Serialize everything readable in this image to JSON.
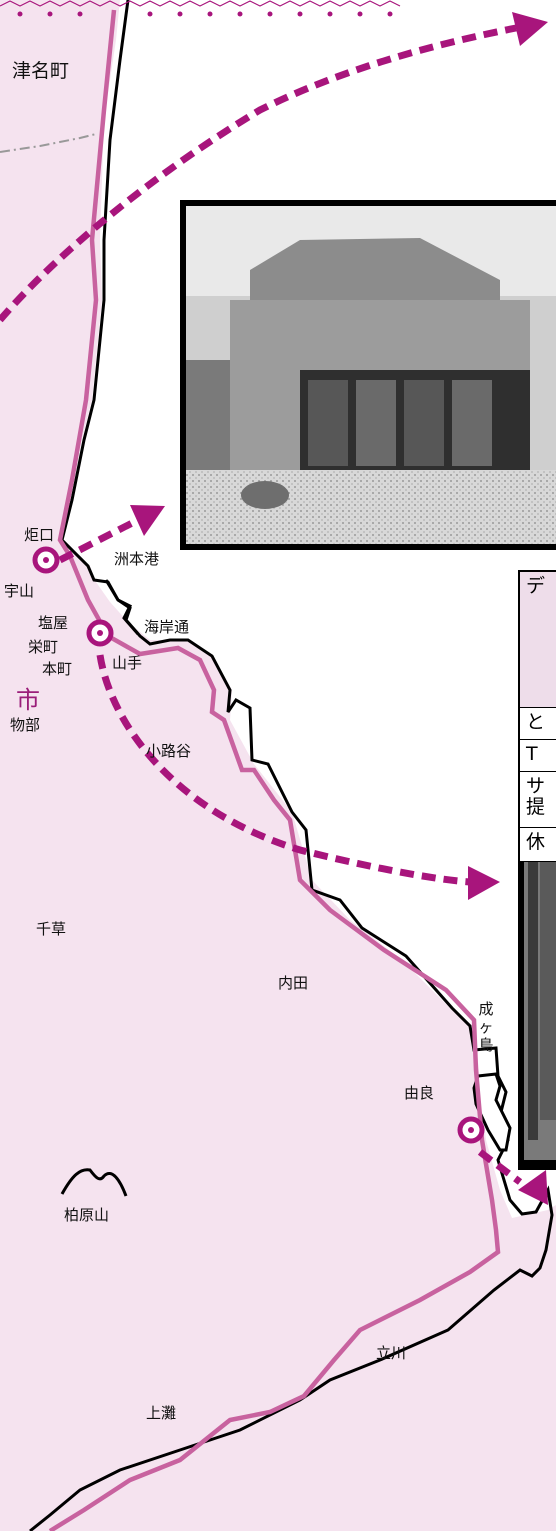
{
  "colors": {
    "land": "#f5e3ef",
    "border": "#c8629f",
    "coast": "#000000",
    "accent": "#a8157c",
    "sea": "#ffffff",
    "table_header": "#eeddea"
  },
  "map_labels": {
    "tsuna": "津名町",
    "taimatsu": "炬口",
    "uyama": "宇山",
    "sumoto_port": "洲本港",
    "kaigandori": "海岸通",
    "shioya": "塩屋",
    "sakaemachi": "栄町",
    "honmachi": "本町",
    "yamate": "山手",
    "city": "市",
    "monobe": "物部",
    "komichidani": "小路谷",
    "chigusa": "千草",
    "uchida": "内田",
    "narugashima": "成ヶ島",
    "yura": "由良",
    "kashiwarayama": "柏原山",
    "tatekawa": "立川",
    "kamisaka": "上灘"
  },
  "photos": {
    "top_photo": "shop-building-photo",
    "bottom_photo": "interior-photo"
  },
  "info_table": {
    "header_char": "デ",
    "rows": [
      "と",
      "T",
      "サ\n提",
      "休"
    ]
  }
}
